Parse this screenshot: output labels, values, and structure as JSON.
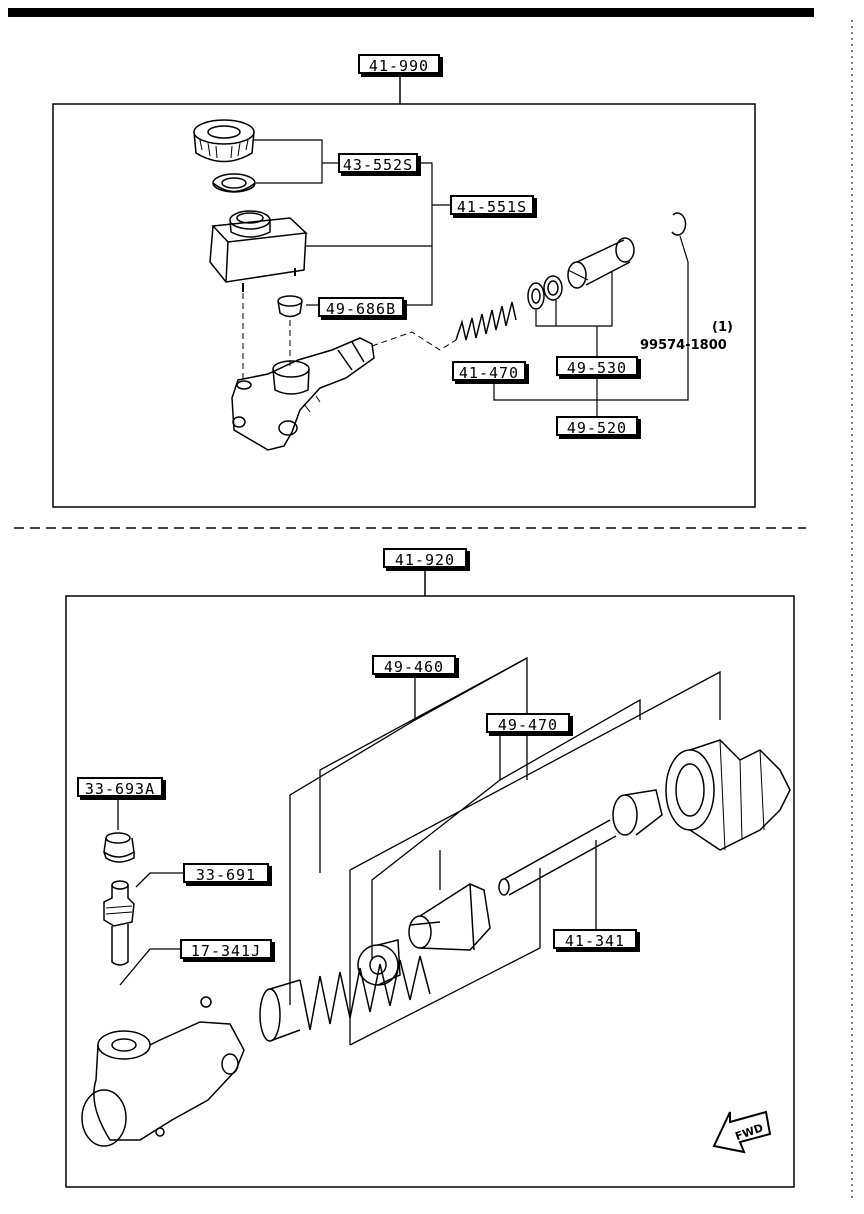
{
  "upper_assembly": {
    "assembly_label": "41-990",
    "labels": {
      "reservoir_cap_kit": "43-552S",
      "reservoir_kit": "41-551S",
      "bushing": "49-686B",
      "spring": "41-470",
      "cup_kit": "49-530",
      "piston_kit": "49-520",
      "snap_ring_part": "99574-1800",
      "snap_ring_qty": "(1)"
    }
  },
  "lower_assembly": {
    "assembly_label": "41-920",
    "labels": {
      "repair_kit_a": "49-460",
      "repair_kit_b": "49-470",
      "bleeder_cap": "33-693A",
      "bleeder_screw": "33-691",
      "steel_ball": "17-341J",
      "push_rod": "41-341"
    }
  },
  "fwd_marker": "FWD",
  "colors": {
    "ink": "#000000",
    "paper": "#ffffff"
  }
}
